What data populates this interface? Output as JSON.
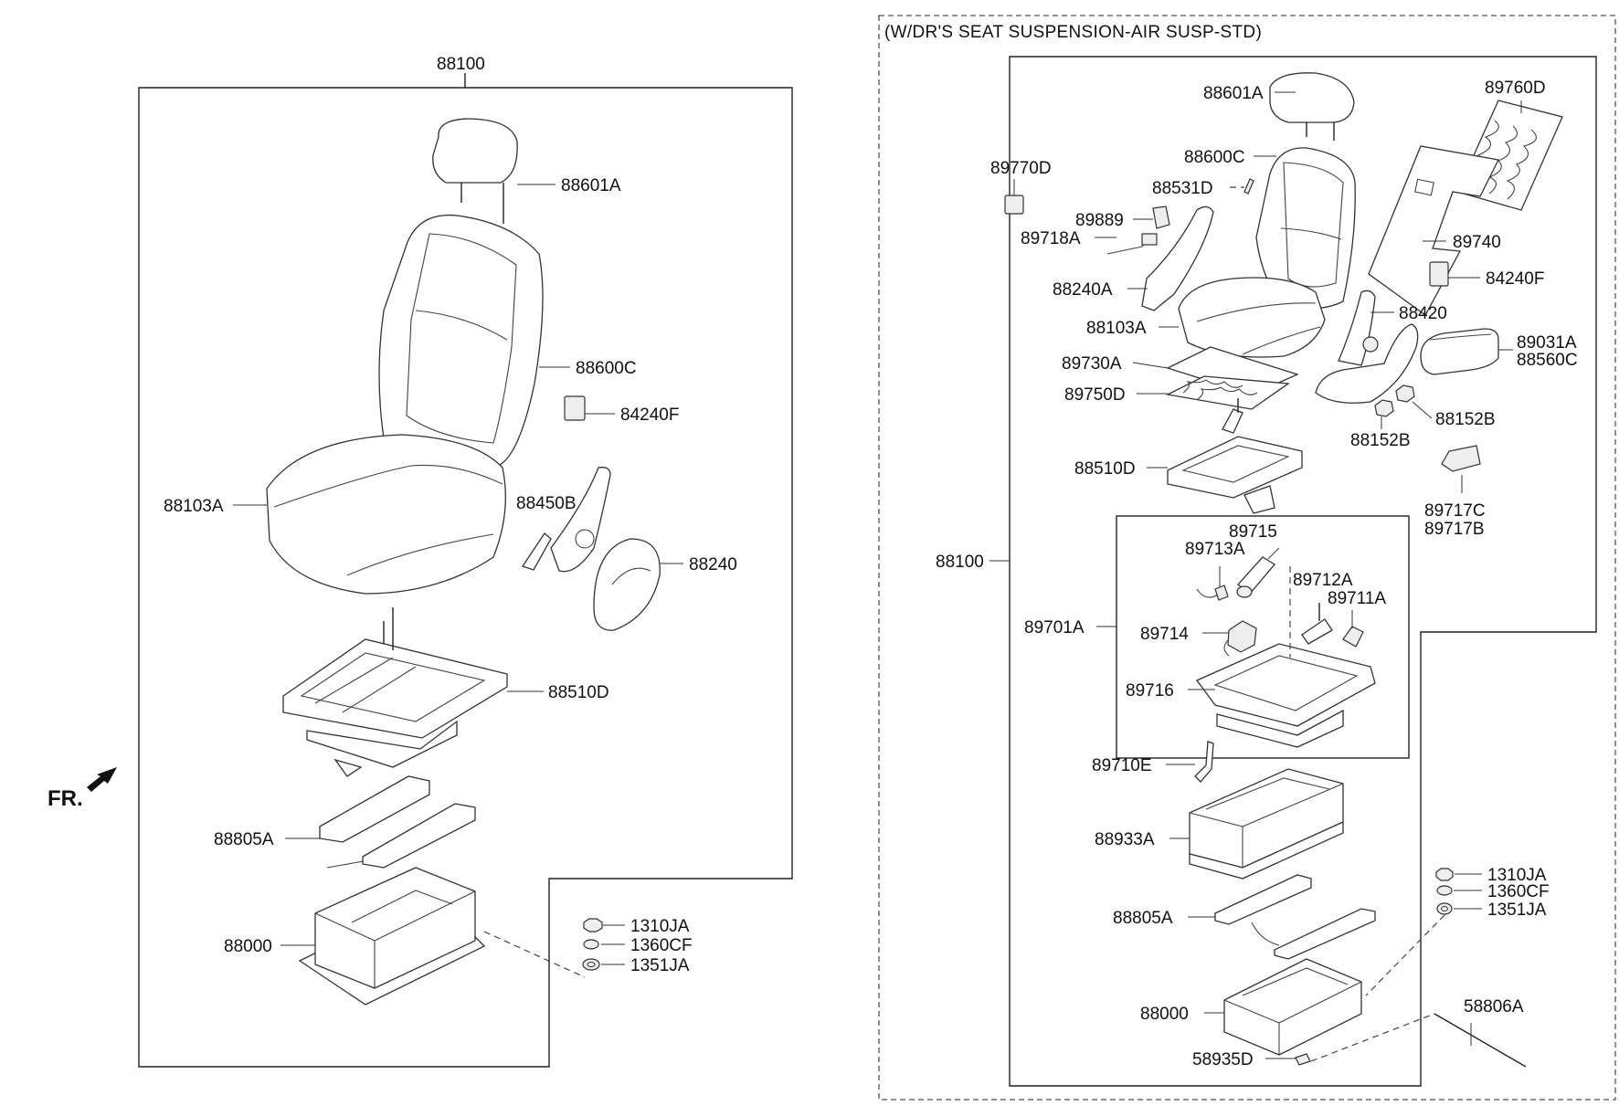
{
  "header": "(W/DR'S SEAT SUSPENSION-AIR SUSP-STD)",
  "front_marker": "FR.",
  "left_group": {
    "assembly": "88100",
    "labels": {
      "headrest": "88601A",
      "back": "88600C",
      "switch": "84240F",
      "cushion": "88103A",
      "recliner": "88450B",
      "cover": "88240",
      "track": "88510D",
      "rail": "88805A",
      "riser": "88000",
      "nut": "1310JA",
      "washer": "1360CF",
      "bolt": "1351JA"
    }
  },
  "right_group": {
    "assembly": "88100",
    "labels": {
      "headrest": "88601A",
      "back": "88600C",
      "guide": "88531D",
      "heater_pad_back": "89760D",
      "switch_a": "89770D",
      "module": "89889",
      "harness": "89718A",
      "shield": "88240A",
      "back_pad": "89740",
      "switch_b": "84240F",
      "recliner": "88420",
      "cushion": "88103A",
      "armrest_a": "89031A",
      "armrest_b": "88560C",
      "mat": "89730A",
      "heater_pad_cushion": "89750D",
      "knob_a": "88152B",
      "knob_b": "88152B",
      "track": "88510D",
      "control_c": "89717C",
      "control_b": "89717B",
      "suspension_assy": "89701A",
      "air_spring": "89715",
      "valve": "89713A",
      "bracket_a": "89712A",
      "bracket_b": "89711A",
      "compressor": "89714",
      "frame": "89716",
      "clip": "89710E",
      "cover": "88933A",
      "rail": "88805A",
      "riser": "88000",
      "stud": "58935D",
      "rod": "58806A",
      "nut": "1310JA",
      "washer": "1360CF",
      "bolt": "1351JA"
    }
  }
}
